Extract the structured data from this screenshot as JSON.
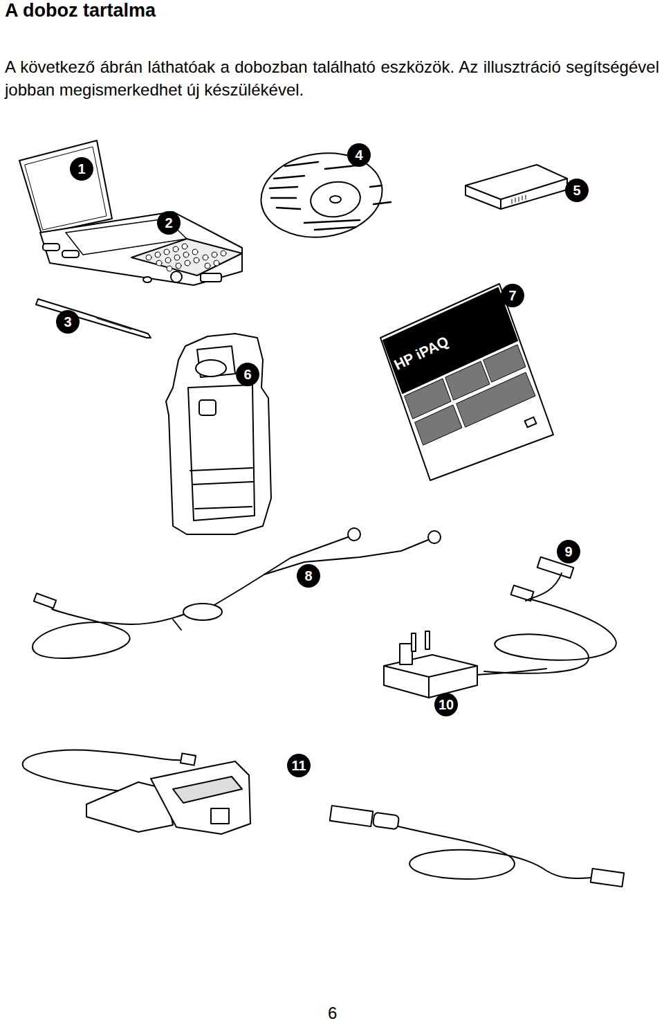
{
  "diagram": {
    "title": "A doboz tartalma",
    "caption": "A következő ábrán láthatóak a dobozban található eszközök. Az illusztráció segítségével jobban megismerkedhet új készülékével.",
    "labels": [
      "1",
      "2",
      "3",
      "4",
      "5",
      "6",
      "7",
      "8",
      "9",
      "10",
      "11",
      "HP iPAQ",
      "6"
    ]
  }
}
